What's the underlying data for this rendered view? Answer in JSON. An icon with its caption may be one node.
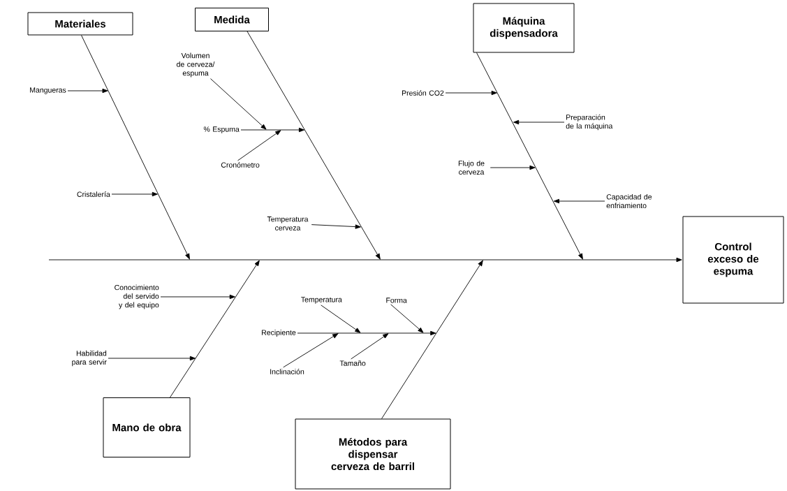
{
  "diagram": {
    "nodes": [
      {
        "text": [
          "Materiales"
        ]
      },
      {
        "text": [
          "Medida"
        ]
      },
      {
        "text": [
          "Máquina dispensadora"
        ]
      },
      {
        "text": [
          "Control exceso de espuma"
        ]
      },
      {
        "text": [
          "Mano de obra"
        ]
      },
      {
        "text": [
          "Métodos para dispensar cerveza de barril"
        ]
      },
      {
        "text": [
          "Mangueras"
        ]
      },
      {
        "text": [
          "Cristalería"
        ]
      },
      {
        "text": [
          "Volumen de cerveza/ espuma"
        ]
      },
      {
        "text": [
          "% Espuma"
        ]
      },
      {
        "text": [
          "Cronómetro"
        ]
      },
      {
        "text": [
          "Temperatura cerveza"
        ]
      },
      {
        "text": [
          "Presión  CO2"
        ]
      },
      {
        "text": [
          "Preparación de la máquina"
        ]
      },
      {
        "text": [
          "Flujo de cerveza"
        ]
      },
      {
        "text": [
          "Capacidad de enfriamiento"
        ]
      },
      {
        "text": [
          "Conocimiento del servido y del equipo"
        ]
      },
      {
        "text": [
          "Habilidad para servir"
        ]
      },
      {
        "text": [
          "Temperatura"
        ]
      },
      {
        "text": [
          "Forma"
        ]
      },
      {
        "text": [
          "Recipiente"
        ]
      },
      {
        "text": [
          "Inclinación"
        ]
      },
      {
        "text": [
          "Tamaño"
        ]
      }
    ],
    "edges": [
      {
        "from": null,
        "to": 3,
        "arrow": "to"
      },
      {
        "from": 0,
        "to": null,
        "arrow": "to"
      },
      {
        "from": 1,
        "to": null,
        "arrow": "to"
      },
      {
        "from": 2,
        "to": null,
        "arrow": "to"
      },
      {
        "from": 4,
        "to": null,
        "arrow": "to"
      },
      {
        "from": 5,
        "to": null,
        "arrow": "to"
      },
      {
        "from": 6,
        "to": null,
        "arrow": "to"
      },
      {
        "from": 7,
        "to": null,
        "arrow": "to"
      },
      {
        "from": 8,
        "to": null,
        "arrow": "to"
      },
      {
        "from": 9,
        "to": null,
        "arrow": "to"
      },
      {
        "from": 10,
        "to": null,
        "arrow": "to"
      },
      {
        "from": 11,
        "to": null,
        "arrow": "to"
      },
      {
        "from": 12,
        "to": null,
        "arrow": "to"
      },
      {
        "from": 13,
        "to": null,
        "arrow": "to"
      },
      {
        "from": 14,
        "to": null,
        "arrow": "to"
      },
      {
        "from": 15,
        "to": null,
        "arrow": "to"
      },
      {
        "from": 16,
        "to": null,
        "arrow": "to"
      },
      {
        "from": 17,
        "to": null,
        "arrow": "to"
      },
      {
        "from": 20,
        "to": null,
        "arrow": "to"
      },
      {
        "from": 18,
        "to": null,
        "arrow": "to"
      },
      {
        "from": 19,
        "to": null,
        "arrow": "to"
      },
      {
        "from": 21,
        "to": null,
        "arrow": "to"
      },
      {
        "from": 22,
        "to": null,
        "arrow": "to"
      }
    ]
  }
}
